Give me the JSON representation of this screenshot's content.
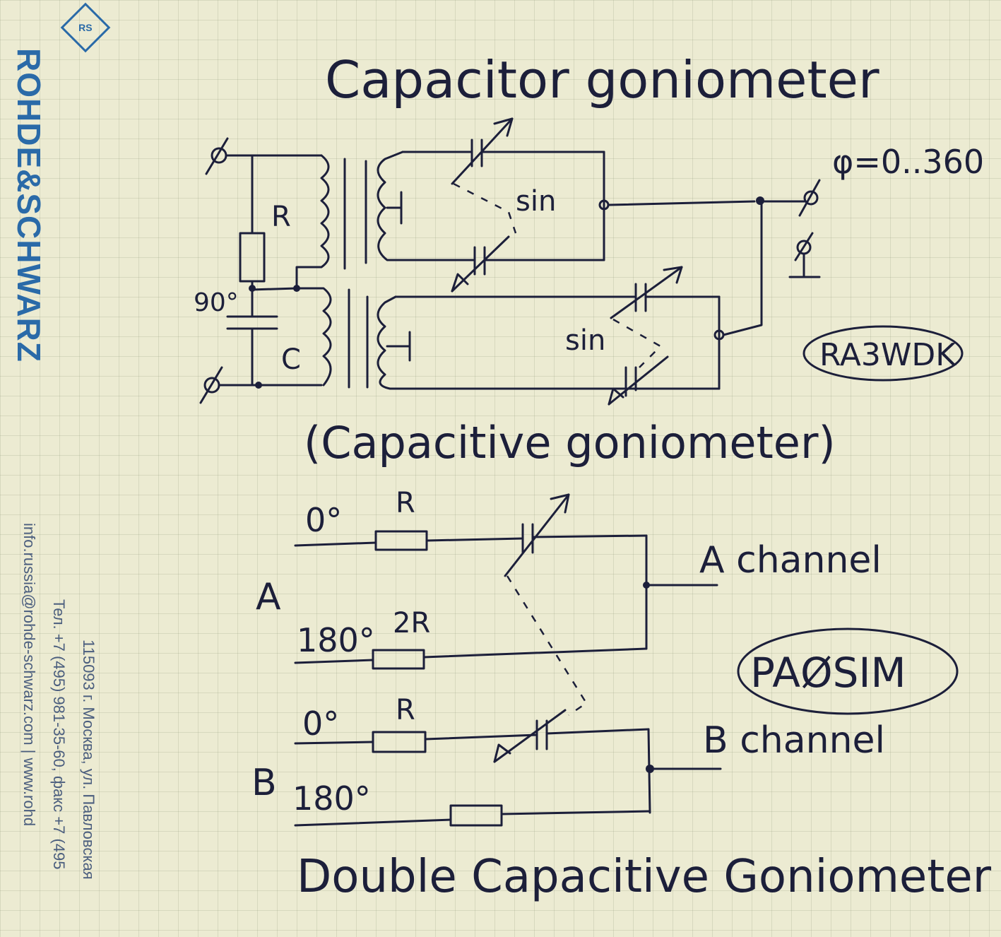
{
  "sidebar": {
    "brand": "ROHDE&SCHWARZ",
    "logo": "RS",
    "address_line": "115093 г. Москва, ул. Павловская",
    "phone_line": "Тел. +7 (495) 981-35-60, факс +7 (495",
    "email_line": "info.russia@rohde-schwarz.com   |   www.rohd"
  },
  "diagram": {
    "title": "Capacitor goniometer",
    "subtitle": "(Capacitive goniometer)",
    "bottom_title": "Double Capacitive Goniometer",
    "phase_range": "φ=0..360",
    "author1": "RA3WDK",
    "author2": "PAØSIM",
    "labels": {
      "r": "R",
      "c": "C",
      "ninety": "90°",
      "sin_top": "sin",
      "sin_bottom": "sin",
      "zero_a": "0°",
      "r_a": "R",
      "one80_a": "180°",
      "r2_a": "2R",
      "zero_b": "0°",
      "r_b": "R",
      "one80_b": "180°",
      "a": "A",
      "b": "B",
      "a_channel": "A channel",
      "b_channel": "B channel"
    }
  }
}
